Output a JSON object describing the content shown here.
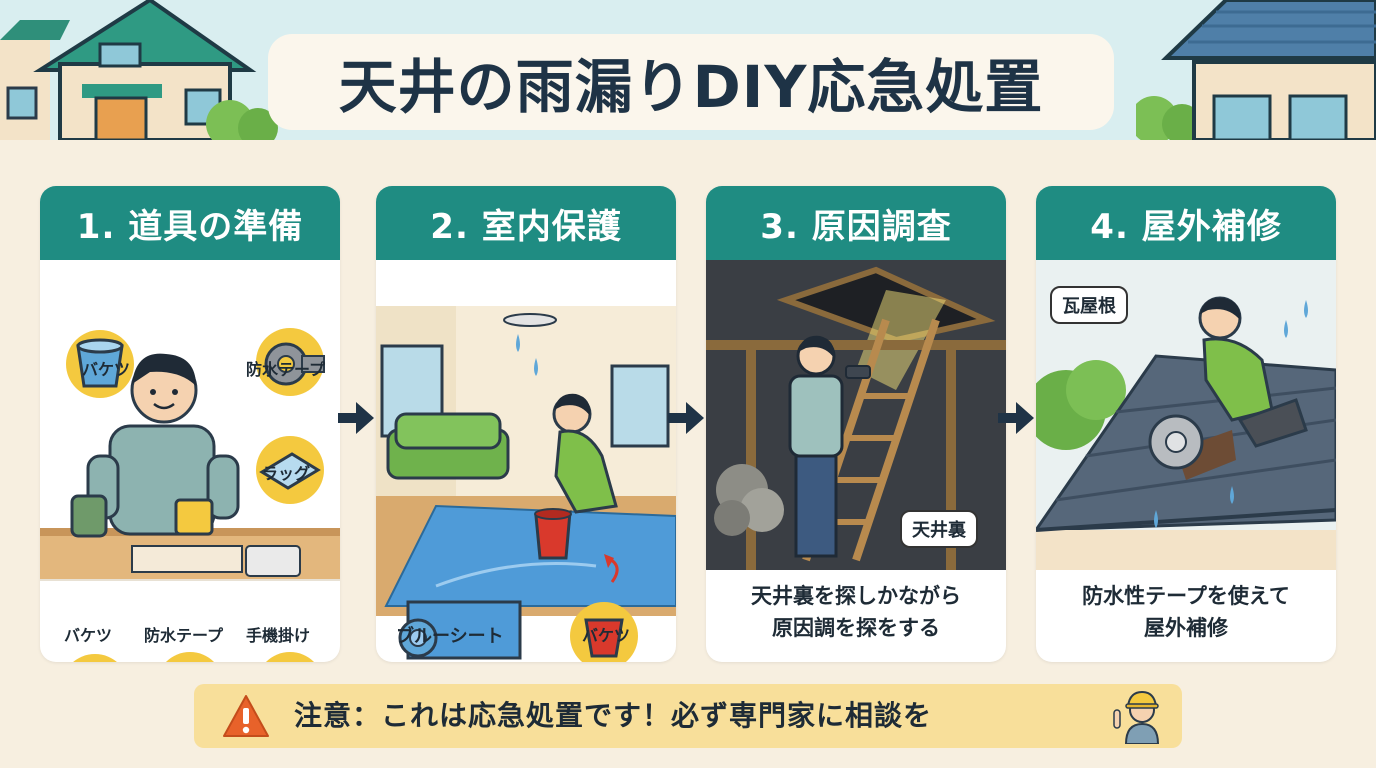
{
  "title": "天井の雨漏りDIY応急処置",
  "steps": [
    {
      "title": "1. 道具の準備",
      "items": [
        "バケツ",
        "防水テープ",
        "ラッグ",
        "バケツ",
        "防水テープ",
        "手機掛け"
      ]
    },
    {
      "title": "2. 室内保護",
      "items": [
        "ブルーシート",
        "バケツ"
      ]
    },
    {
      "title": "3. 原因調査",
      "tag": "天井裏",
      "caption_line1": "天井裏を探しかながら",
      "caption_line2": "原因調を探をする"
    },
    {
      "title": "4. 屋外補修",
      "tag": "瓦屋根",
      "caption_line1": "防水性テープを使えて",
      "caption_line2": "屋外補修"
    }
  ],
  "warning": "注意：これは応急処置です！必ず専門家に相談を",
  "colors": {
    "header_bg": "#d9eef0",
    "card_header": "#1f8c82",
    "page_bg": "#f7efe0",
    "warning_bg": "#f8df9a",
    "warning_icon": "#e8622a",
    "title_text": "#1e3346",
    "item_circle": "#f4c93f"
  },
  "icons": {
    "arrow": "arrow-right-icon",
    "warning": "warning-triangle-icon",
    "bucket": "bucket-icon",
    "tape": "tape-icon",
    "rag": "rag-icon",
    "sheet": "sheet-icon",
    "flashlight": "flashlight-icon",
    "worker": "worker-icon"
  }
}
